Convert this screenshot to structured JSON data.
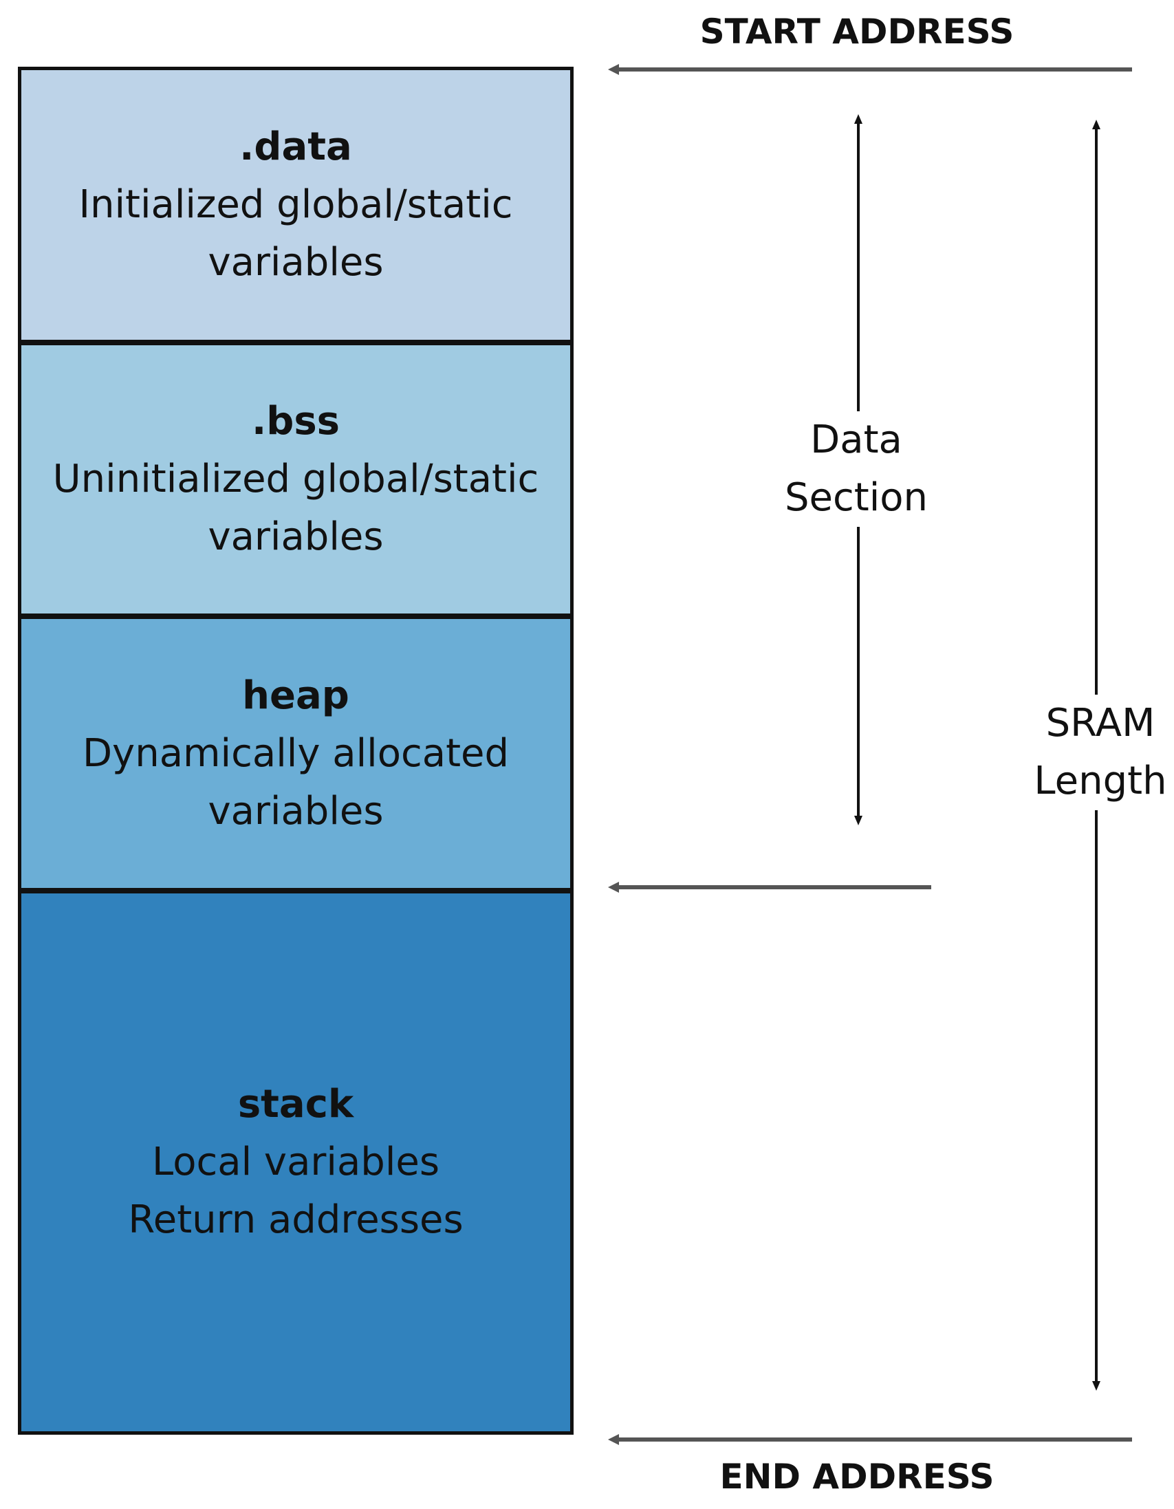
{
  "segments": [
    {
      "name": ".data",
      "lines": [
        "Initialized global/static",
        "variables"
      ],
      "color": "#bdd3e8"
    },
    {
      "name": ".bss",
      "lines": [
        "Uninitialized global/static",
        "variables"
      ],
      "color": "#a0cbe2"
    },
    {
      "name": "heap",
      "lines": [
        "Dynamically allocated",
        "variables"
      ],
      "color": "#6baed6"
    },
    {
      "name": "stack",
      "lines": [
        "Local variables",
        "Return addresses"
      ],
      "color": "#3182bd"
    }
  ],
  "labels": {
    "start_address": "START ADDRESS",
    "end_address": "END ADDRESS",
    "data_section": [
      "Data",
      "Section"
    ],
    "sram_length": [
      "SRAM",
      "Length"
    ]
  },
  "colors": {
    "outline": "#111111",
    "pointer": "#555555"
  }
}
